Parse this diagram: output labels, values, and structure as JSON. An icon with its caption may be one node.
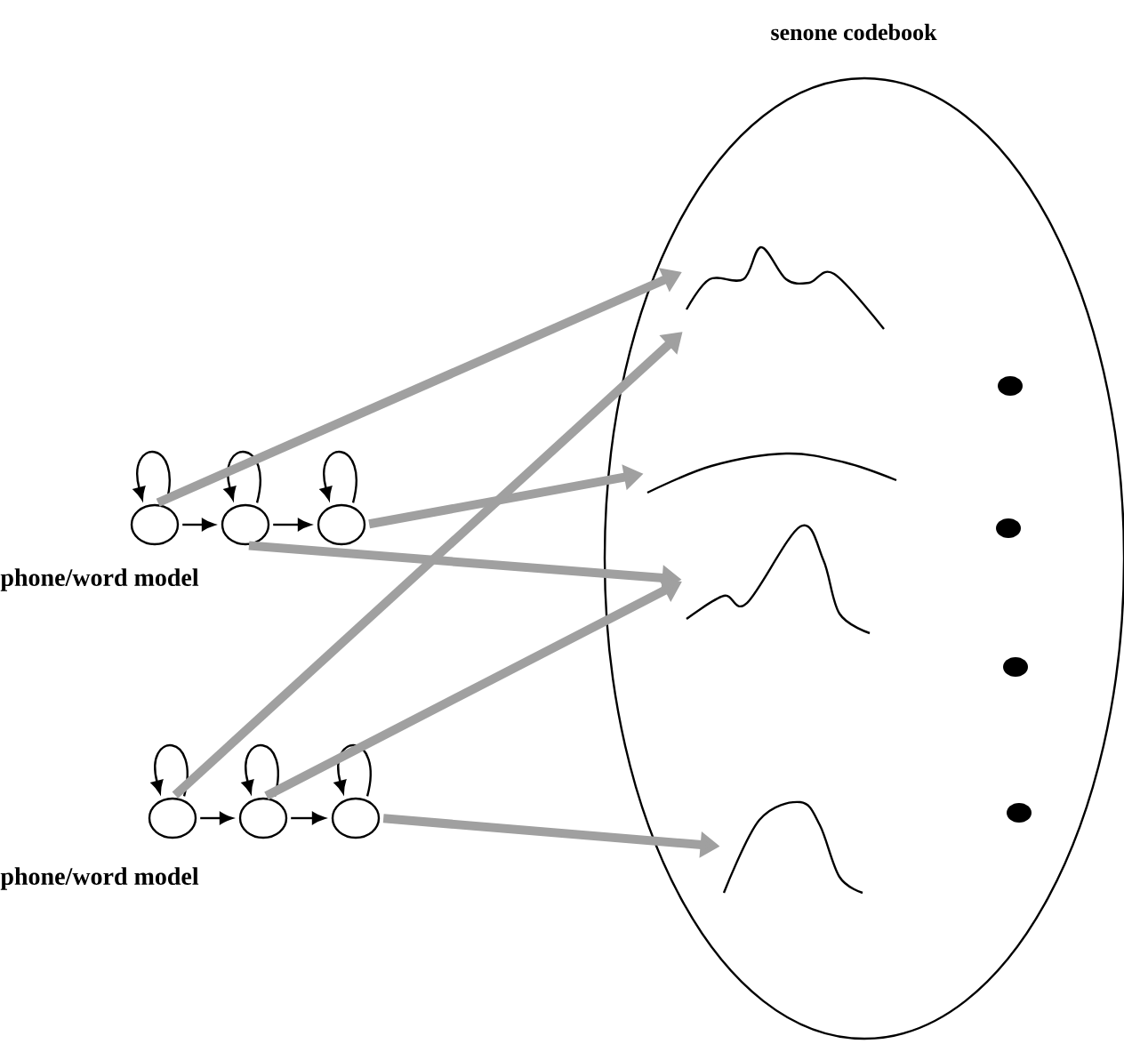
{
  "diagram": {
    "nodes": [
      {
        "text": [
          "senone codebook"
        ]
      },
      {
        "text": [],
        "shape": "curve",
        "in": 0
      },
      {
        "text": [],
        "shape": "curve",
        "in": 0
      },
      {
        "text": [],
        "shape": "curve",
        "in": 0
      },
      {
        "text": [],
        "shape": "curve",
        "in": 0
      },
      {
        "text": [],
        "shape": "circle"
      },
      {
        "text": [],
        "shape": "circle"
      },
      {
        "text": [],
        "shape": "circle"
      },
      {
        "text": [],
        "shape": "circle"
      },
      {
        "text": [],
        "shape": "circle"
      },
      {
        "text": [],
        "shape": "circle"
      }
    ],
    "edges": [
      {
        "from": 5,
        "to": 5,
        "arrow": "to"
      },
      {
        "from": 6,
        "to": 6,
        "arrow": "to"
      },
      {
        "from": 7,
        "to": 7,
        "arrow": "to"
      },
      {
        "from": 5,
        "to": 6,
        "arrow": "to"
      },
      {
        "from": 6,
        "to": 7,
        "arrow": "to"
      },
      {
        "from": 8,
        "to": 8,
        "arrow": "to"
      },
      {
        "from": 9,
        "to": 9,
        "arrow": "to"
      },
      {
        "from": 10,
        "to": 10,
        "arrow": "to"
      },
      {
        "from": 8,
        "to": 9,
        "arrow": "to"
      },
      {
        "from": 9,
        "to": 10,
        "arrow": "to"
      },
      {
        "from": 5,
        "to": 1,
        "arrow": "to",
        "style": "thick",
        "color": "#a0a0a0"
      },
      {
        "from": 7,
        "to": 2,
        "arrow": "to",
        "style": "thick",
        "color": "#a0a0a0"
      },
      {
        "from": 6,
        "to": 3,
        "arrow": "to",
        "style": "thick",
        "color": "#a0a0a0"
      },
      {
        "from": 8,
        "to": 1,
        "arrow": "to",
        "style": "thick",
        "color": "#a0a0a0"
      },
      {
        "from": 9,
        "to": 3,
        "arrow": "to",
        "style": "thick",
        "color": "#a0a0a0"
      },
      {
        "from": 10,
        "to": 4,
        "arrow": "to",
        "style": "thick",
        "color": "#a0a0a0"
      }
    ],
    "labels": [
      "phone/word model",
      "phone/word model"
    ]
  }
}
